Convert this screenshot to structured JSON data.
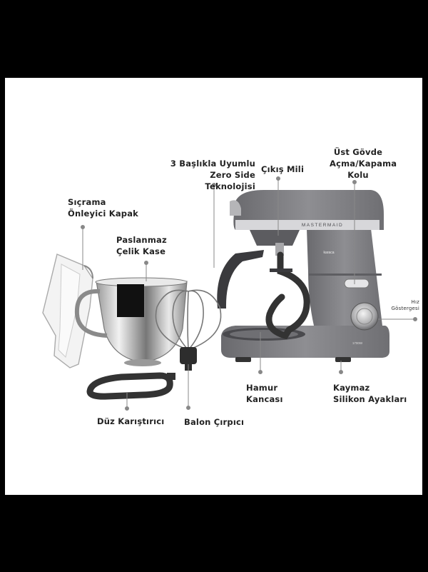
{
  "labels": {
    "splash_guard_1": "Sıçrama",
    "splash_guard_2": "Önleyici Kapak",
    "bowl_1": "Paslanmaz",
    "bowl_2": "Çelik Kase",
    "zero_side_1": "3 Başlıkla Uyumlu",
    "zero_side_2": "Zero Side Teknolojisi",
    "output_shaft": "Çıkış Mili",
    "head_lever_1": "Üst Gövde",
    "head_lever_2": "Açma/Kapama",
    "head_lever_3": "Kolu",
    "speed_1": "Hız",
    "speed_2": "Göstergesi",
    "dough_hook_1": "Hamur",
    "dough_hook_2": "Kancası",
    "feet_1": "Kaymaz",
    "feet_2": "Silikon Ayakları",
    "flat_beater": "Düz Karıştırıcı",
    "balloon_whisk": "Balon Çırpıcı"
  },
  "product": {
    "brand_text": "MASTERMAID",
    "logo_text": "karaca",
    "power_text": "1700W"
  },
  "colors": {
    "body": "#7d7d80",
    "body_dark": "#5c5c60",
    "chrome": "#d9d9db",
    "leader": "#888888"
  }
}
